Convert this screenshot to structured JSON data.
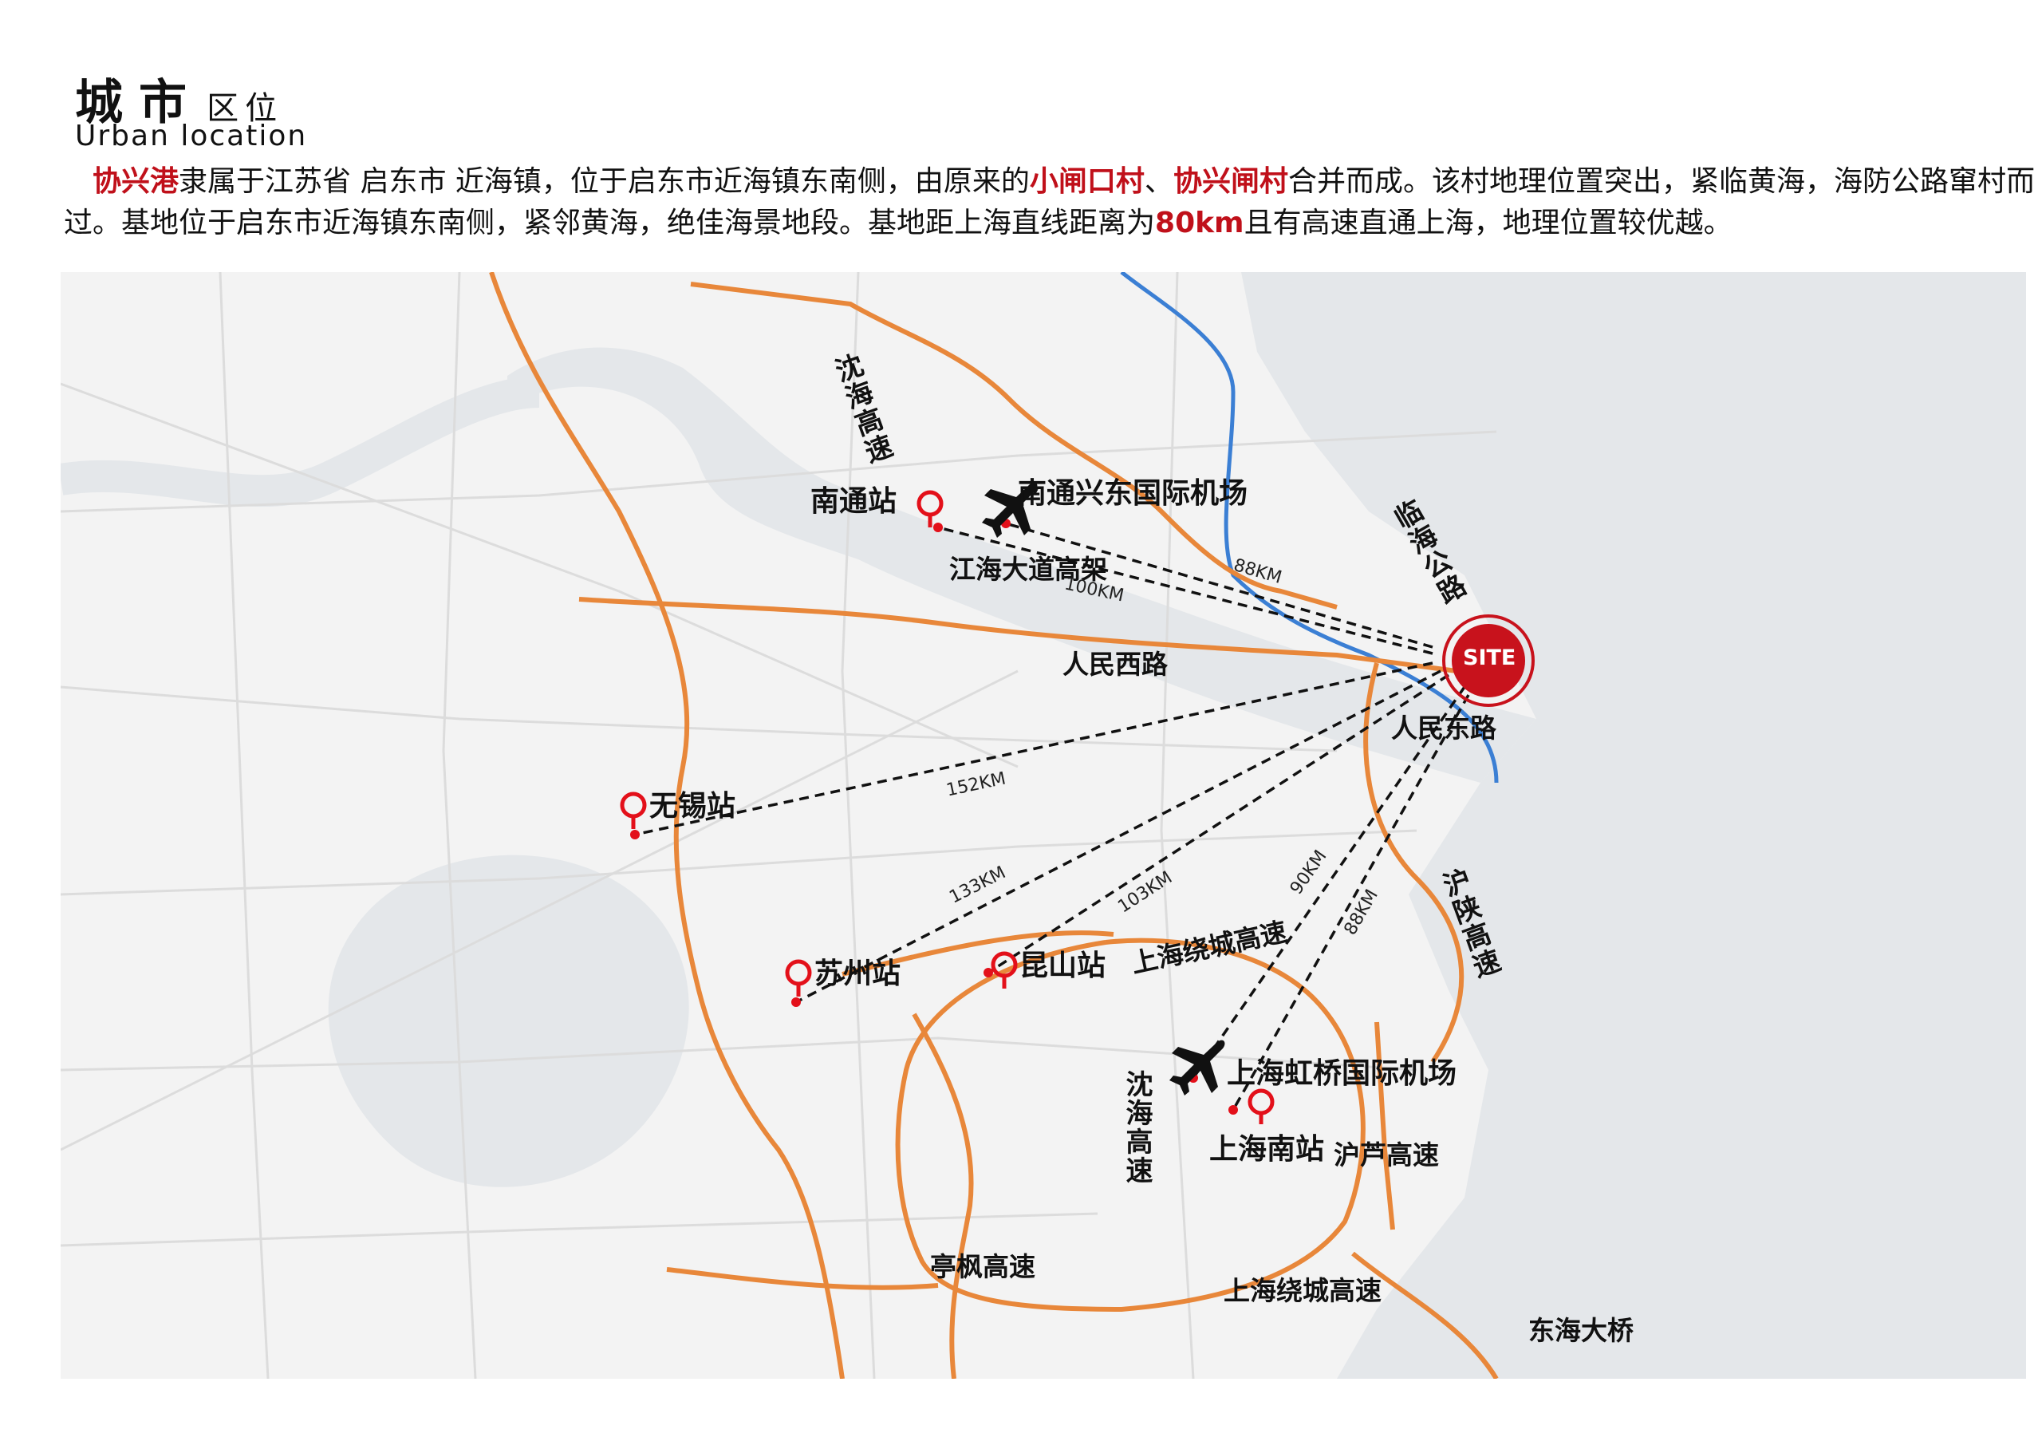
{
  "header": {
    "title_main": "城市",
    "title_sub": "区位",
    "title_en": "Urban location"
  },
  "description": {
    "p1_red1": "协兴港",
    "p1_a": "隶属于江苏省 启东市 近海镇，位于启东市近海镇东南侧，由原来的",
    "p1_red2": "小闸口村",
    "p1_sep": "、",
    "p1_red3": "协兴闸村",
    "p1_b": "合并而成。该村地理位置突出，紧临黄海，海防公路窜村而过。基地位于启东市近海镇东南侧，紧邻黄海，绝佳海景地段。基地距上海直线距离为",
    "p1_red4": "80km",
    "p1_c": "且有高速直通上海，地理位置较优越。"
  },
  "map": {
    "site_label": "SITE",
    "colors": {
      "road": "#e8873a",
      "river": "#3b7fd4",
      "marker": "#e3101a",
      "site": "#c8121c",
      "water": "#e4e7ea",
      "land": "#f3f3f3"
    },
    "stations": {
      "nantong": "南通站",
      "wuxi": "无锡站",
      "suzhou": "苏州站",
      "kunshan": "昆山站",
      "shanghai_south": "上海南站"
    },
    "airports": {
      "nantong": "南通兴东国际机场",
      "hongqiao": "上海虹桥国际机场"
    },
    "roads": {
      "shenhai_north": "沈海高速",
      "linhai": "临海公路",
      "jianghai": "江海大道高架",
      "renmin_west": "人民西路",
      "renmin_east": "人民东路",
      "hushan": "沪陕高速",
      "ring_north": "上海绕城高速",
      "shenhai_south": "沈海高速",
      "hulu": "沪芦高速",
      "tingfeng": "亭枫高速",
      "ring_south": "上海绕城高速",
      "donghai_bridge": "东海大桥"
    },
    "distances": {
      "to_airport_nt": "88KM",
      "to_nantong": "100KM",
      "to_wuxi": "152KM",
      "to_suzhou": "133KM",
      "to_kunshan": "103KM",
      "to_hongqiao": "90KM",
      "to_sh_south": "88KM"
    }
  }
}
